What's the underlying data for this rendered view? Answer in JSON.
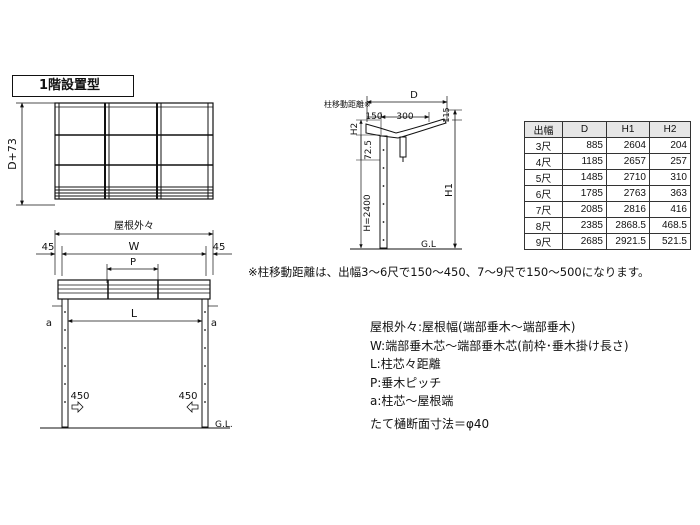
{
  "title": "1階設置型",
  "plan": {
    "label_d73": "D+73"
  },
  "front": {
    "roof_outer": "屋根外々",
    "w": "W",
    "p": "P",
    "l": "L",
    "a": "a",
    "ov_left": "45",
    "ov_right": "45",
    "gl": "G.L.",
    "p450_left": "450",
    "p450_right": "450"
  },
  "side": {
    "move_label": "柱移動距離※",
    "d": "D",
    "d150": "150",
    "d300": "300",
    "d115": "115",
    "h2": "H2",
    "h725": "72.5",
    "h2400": "H=2400",
    "h1": "H1",
    "gl": "G.L"
  },
  "table": {
    "headers": [
      "出幅",
      "D",
      "H1",
      "H2"
    ],
    "rows": [
      [
        "3尺",
        "885",
        "2604",
        "204"
      ],
      [
        "4尺",
        "1185",
        "2657",
        "257"
      ],
      [
        "5尺",
        "1485",
        "2710",
        "310"
      ],
      [
        "6尺",
        "1785",
        "2763",
        "363"
      ],
      [
        "7尺",
        "2085",
        "2816",
        "416"
      ],
      [
        "8尺",
        "2385",
        "2868.5",
        "468.5"
      ],
      [
        "9尺",
        "2685",
        "2921.5",
        "521.5"
      ]
    ]
  },
  "note": "※柱移動距離は、出幅3～6尺で150～450、7～9尺で150～500になります。",
  "legend": [
    "屋根外々:屋根幅(端部垂木～端部垂木)",
    "W:端部垂木芯～端部垂木芯(前枠･垂木掛け長さ)",
    "L:柱芯々距離",
    "P:垂木ピッチ",
    "a:柱芯～屋根端"
  ],
  "gutter": "たて樋断面寸法＝φ40"
}
